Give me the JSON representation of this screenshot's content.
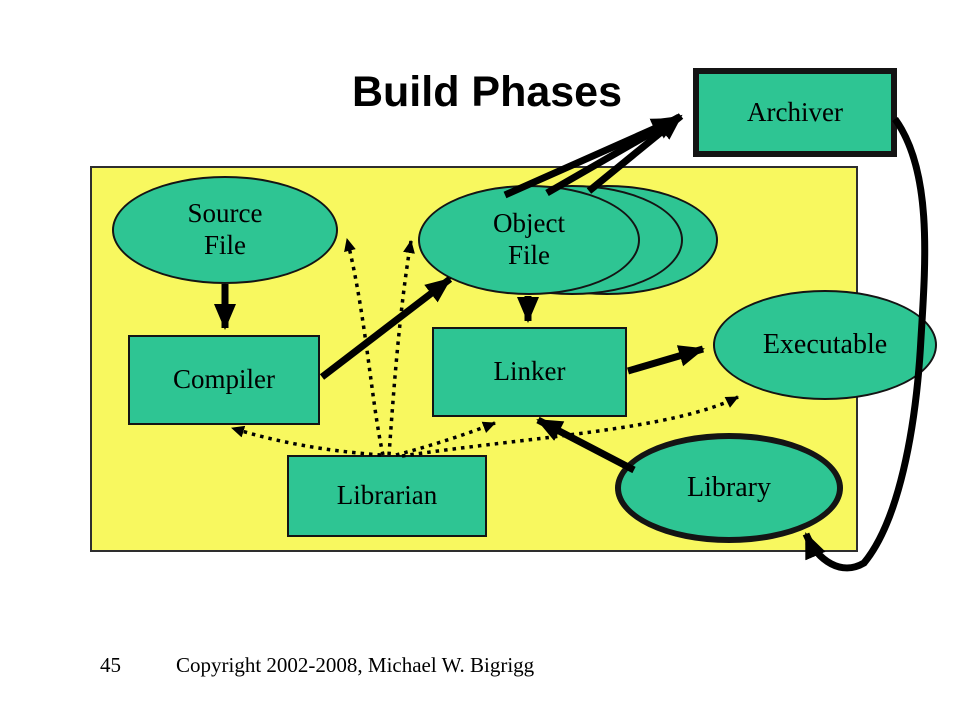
{
  "slide": {
    "title": "Build Phases",
    "page_number": "45",
    "copyright": "Copyright 2002-2008, Michael W. Bigrigg"
  },
  "colors": {
    "shape_fill": "#2ec593",
    "canvas_fill": "#f8f85f",
    "stroke": "#000000",
    "background": "#ffffff"
  },
  "nodes": {
    "archiver": {
      "label": "Archiver"
    },
    "source_file": {
      "line1": "Source",
      "line2": "File"
    },
    "object_file": {
      "line1": "Object",
      "line2": "File"
    },
    "compiler": {
      "label": "Compiler"
    },
    "linker": {
      "label": "Linker"
    },
    "librarian": {
      "label": "Librarian"
    },
    "executable": {
      "label": "Executable"
    },
    "library": {
      "label": "Library"
    }
  },
  "edges": [
    {
      "from": "source_file",
      "to": "compiler",
      "style": "solid"
    },
    {
      "from": "compiler",
      "to": "object_file",
      "style": "solid"
    },
    {
      "from": "object_file",
      "to": "linker",
      "style": "solid"
    },
    {
      "from": "object_file",
      "to": "archiver",
      "style": "solid",
      "count": 3
    },
    {
      "from": "linker",
      "to": "executable",
      "style": "solid"
    },
    {
      "from": "library",
      "to": "linker",
      "style": "solid"
    },
    {
      "from": "archiver",
      "to": "library",
      "style": "solid-curved"
    },
    {
      "from": "librarian",
      "to": "compiler",
      "style": "dotted"
    },
    {
      "from": "librarian",
      "to": "source_file",
      "style": "dotted"
    },
    {
      "from": "librarian",
      "to": "object_file",
      "style": "dotted"
    },
    {
      "from": "librarian",
      "to": "linker",
      "style": "dotted"
    },
    {
      "from": "librarian",
      "to": "executable",
      "style": "dotted"
    }
  ]
}
